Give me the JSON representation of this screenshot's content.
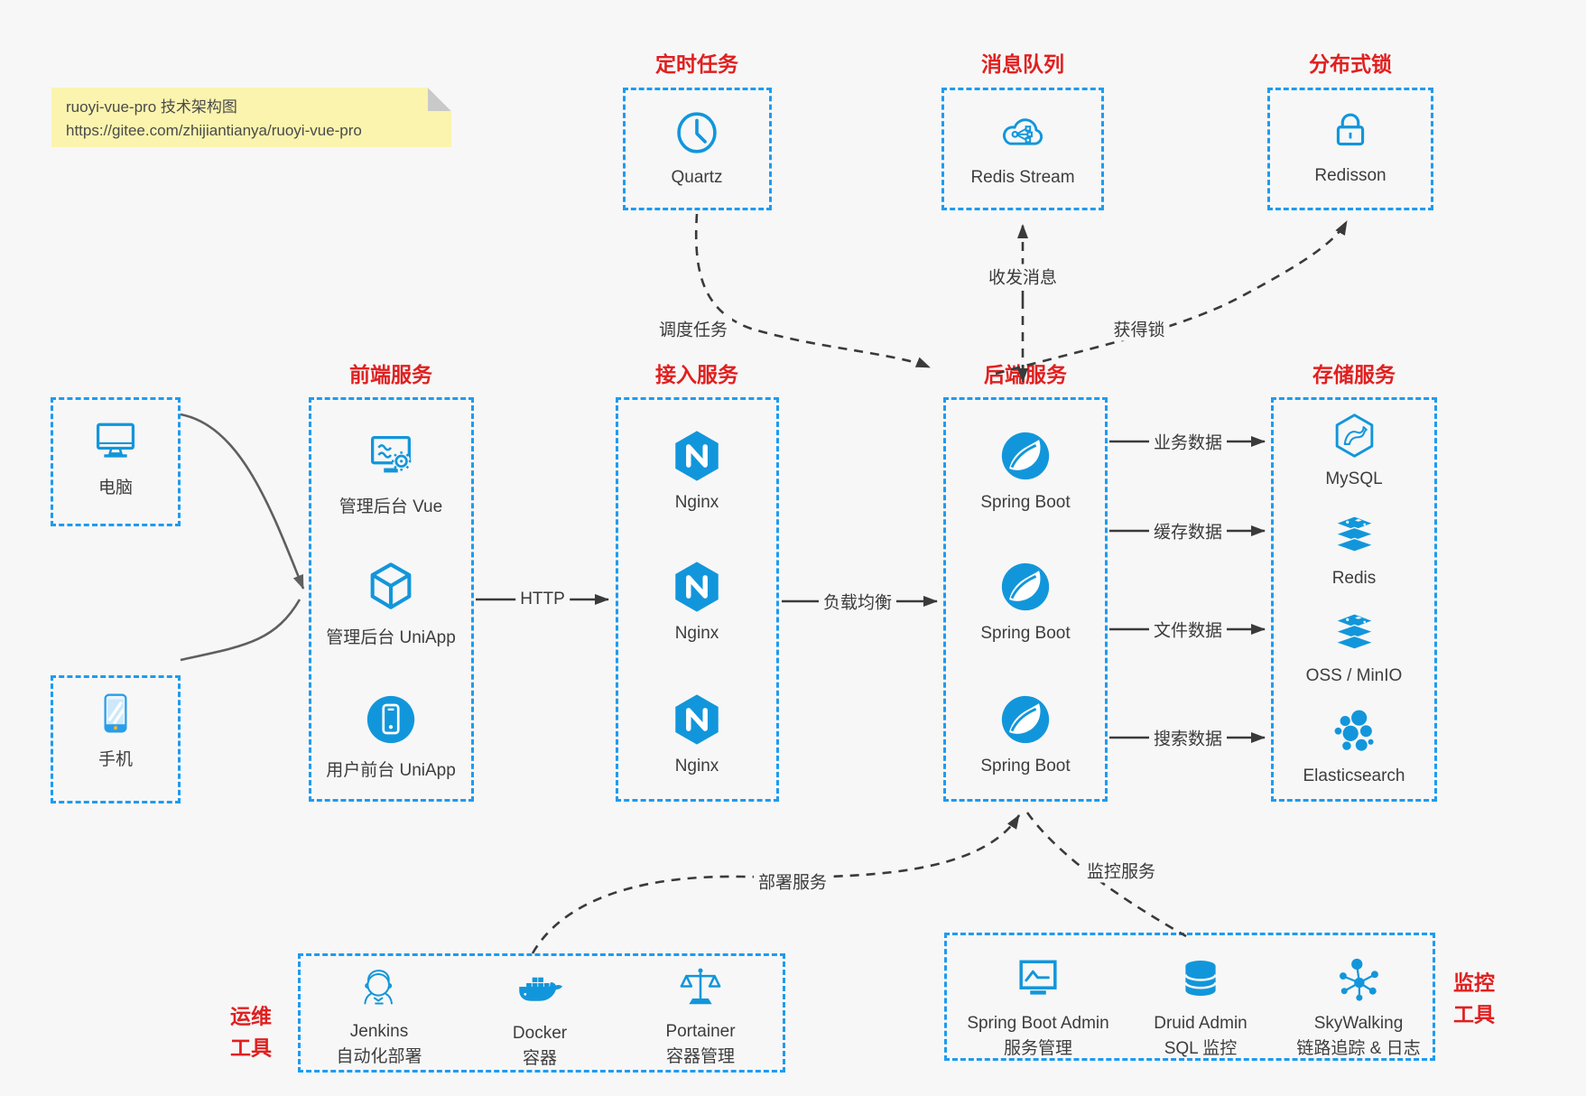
{
  "colors": {
    "accent_blue": "#1296db",
    "border_blue": "#1e9bf0",
    "title_red": "#e02020",
    "background": "#f7f7f7",
    "note_yellow": "#fbf4ae",
    "line_dark": "#3a3a3a",
    "line_gray": "#666666"
  },
  "note": {
    "line1": "ruoyi-vue-pro 技术架构图",
    "line2": "https://gitee.com/zhijiantianya/ruoyi-vue-pro"
  },
  "top_groups": [
    {
      "title": "定时任务",
      "node": {
        "label": "Quartz",
        "icon": "clock-icon"
      }
    },
    {
      "title": "消息队列",
      "node": {
        "label": "Redis Stream",
        "icon": "cloud-mq-icon"
      }
    },
    {
      "title": "分布式锁",
      "node": {
        "label": "Redisson",
        "icon": "lock-icon"
      }
    }
  ],
  "devices": [
    {
      "label": "电脑",
      "icon": "desktop-icon"
    },
    {
      "label": "手机",
      "icon": "smartphone-icon"
    }
  ],
  "service_groups": [
    {
      "title": "前端服务",
      "nodes": [
        {
          "label": "管理后台 Vue",
          "icon": "admin-vue-icon"
        },
        {
          "label": "管理后台 UniApp",
          "icon": "uniapp-cube-icon"
        },
        {
          "label": "用户前台 UniApp",
          "icon": "user-app-icon"
        }
      ]
    },
    {
      "title": "接入服务",
      "nodes": [
        {
          "label": "Nginx",
          "icon": "nginx-icon"
        },
        {
          "label": "Nginx",
          "icon": "nginx-icon"
        },
        {
          "label": "Nginx",
          "icon": "nginx-icon"
        }
      ]
    },
    {
      "title": "后端服务",
      "nodes": [
        {
          "label": "Spring Boot",
          "icon": "spring-icon"
        },
        {
          "label": "Spring Boot",
          "icon": "spring-icon"
        },
        {
          "label": "Spring Boot",
          "icon": "spring-icon"
        }
      ]
    },
    {
      "title": "存储服务",
      "nodes": [
        {
          "label": "MySQL",
          "icon": "mysql-icon"
        },
        {
          "label": "Redis",
          "icon": "redis-stack-icon"
        },
        {
          "label": "OSS / MinIO",
          "icon": "oss-stack-icon"
        },
        {
          "label": "Elasticsearch",
          "icon": "elasticsearch-icon"
        }
      ]
    }
  ],
  "bottom_groups": [
    {
      "title_line1": "运维",
      "title_line2": "工具",
      "nodes": [
        {
          "label": "Jenkins",
          "sublabel": "自动化部署",
          "icon": "jenkins-icon"
        },
        {
          "label": "Docker",
          "sublabel": "容器",
          "icon": "docker-icon"
        },
        {
          "label": "Portainer",
          "sublabel": "容器管理",
          "icon": "portainer-icon"
        }
      ]
    },
    {
      "title_line1": "监控",
      "title_line2": "工具",
      "nodes": [
        {
          "label": "Spring Boot Admin",
          "sublabel": "服务管理",
          "icon": "spring-boot-admin-icon"
        },
        {
          "label": "Druid Admin",
          "sublabel": "SQL 监控",
          "icon": "druid-icon"
        },
        {
          "label": "SkyWalking",
          "sublabel": "链路追踪 & 日志",
          "icon": "skywalking-icon"
        }
      ]
    }
  ],
  "edge_labels": {
    "http": "HTTP",
    "load_balance": "负载均衡",
    "schedule": "调度任务",
    "messaging": "收发消息",
    "lock": "获得锁",
    "business_data": "业务数据",
    "cache_data": "缓存数据",
    "file_data": "文件数据",
    "search_data": "搜索数据",
    "deploy": "部署服务",
    "monitor": "监控服务"
  }
}
